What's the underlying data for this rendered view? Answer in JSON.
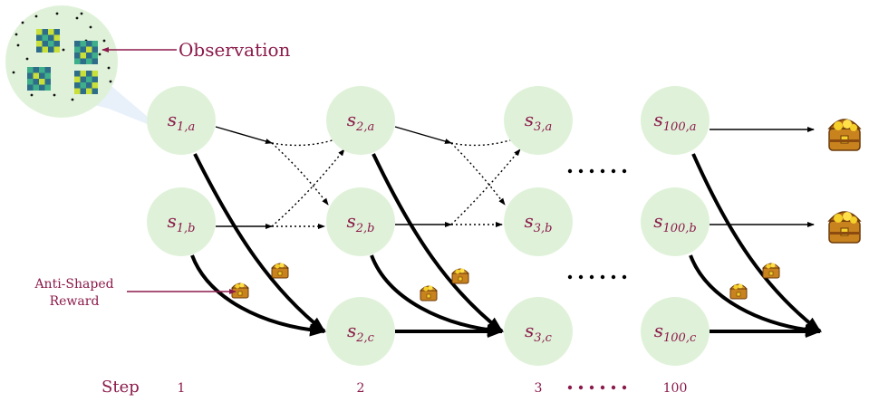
{
  "observation_label": "Observation",
  "anti_shaped_label": [
    "Anti-Shaped",
    "Reward"
  ],
  "step_label": "Step",
  "steps": [
    "1",
    "2",
    "3",
    "100"
  ],
  "states": [
    {
      "step": "1",
      "name": "a"
    },
    {
      "step": "1",
      "name": "b"
    },
    {
      "step": "2",
      "name": "a"
    },
    {
      "step": "2",
      "name": "b"
    },
    {
      "step": "2",
      "name": "c"
    },
    {
      "step": "3",
      "name": "a"
    },
    {
      "step": "3",
      "name": "b"
    },
    {
      "step": "3",
      "name": "c"
    },
    {
      "step": "100",
      "name": "a"
    },
    {
      "step": "100",
      "name": "b"
    },
    {
      "step": "100",
      "name": "c"
    }
  ],
  "colors": {
    "node_fill": "#dff2d9",
    "label_color": "#8b1a4a",
    "arrow": "#000000",
    "observation_tile": "#2e8a8a",
    "chest": "#c8821e"
  },
  "icons": [
    "treasure-chest-icon",
    "observation-grid-icon"
  ]
}
